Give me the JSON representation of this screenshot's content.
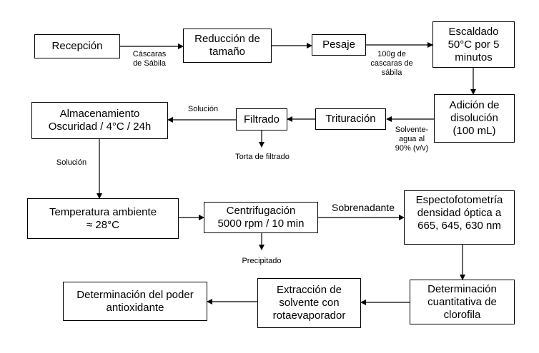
{
  "steps": {
    "recepcion": "Recepción",
    "reduccion": "Reducción de\ntamaño",
    "pesaje": "Pesaje",
    "escaldado": "Escaldado\n50°C por 5\nminutos",
    "adicion": "Adición de\ndisolución\n(100 mL)",
    "trituracion": "Trituración",
    "filtrado": "Filtrado",
    "almacenamiento": "Almacenamiento\nOscuridad / 4°C / 24h",
    "temperatura": "Temperatura ambiente\n≈ 28°C",
    "centrifugacion": "Centrifugación\n5000 rpm / 10 min",
    "espectofotometria": "Espectofotometría\ndensidad óptica a\n665, 645, 630 nm",
    "determinacion_clorofila": "Determinación\ncuantitativa de\nclorofila",
    "extraccion": "Extracción de\nsolvente con\nrotaevaporador",
    "determinacion_antioxidante": "Determinación del poder\nantioxidante"
  },
  "labels": {
    "cascaras": "Cáscaras\nde Sábila",
    "cien_gramos": "100g de\ncascaras de\nsábila",
    "solvente": "Solvente-\nagua al\n90% (v/v)",
    "solucion_1": "Solución",
    "torta": "Torta de filtrado",
    "solucion_2": "Solución",
    "sobrenadante": "Sobrenadante",
    "precipitado": "Precipitado"
  }
}
